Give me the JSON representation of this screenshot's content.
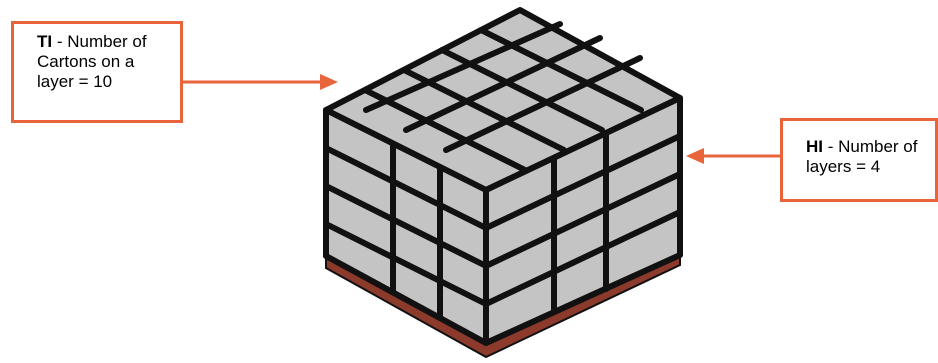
{
  "diagram": {
    "ti_callout": {
      "abbr": "TI",
      "text": " - Number of Cartons on a layer = 10"
    },
    "hi_callout": {
      "abbr": "HI",
      "text": " - Number of layers = 4"
    },
    "colors": {
      "accent": "#e8643a",
      "carton_fill": "#c4c4c4",
      "outline": "#111111",
      "pallet": "#8b3a2c"
    }
  }
}
